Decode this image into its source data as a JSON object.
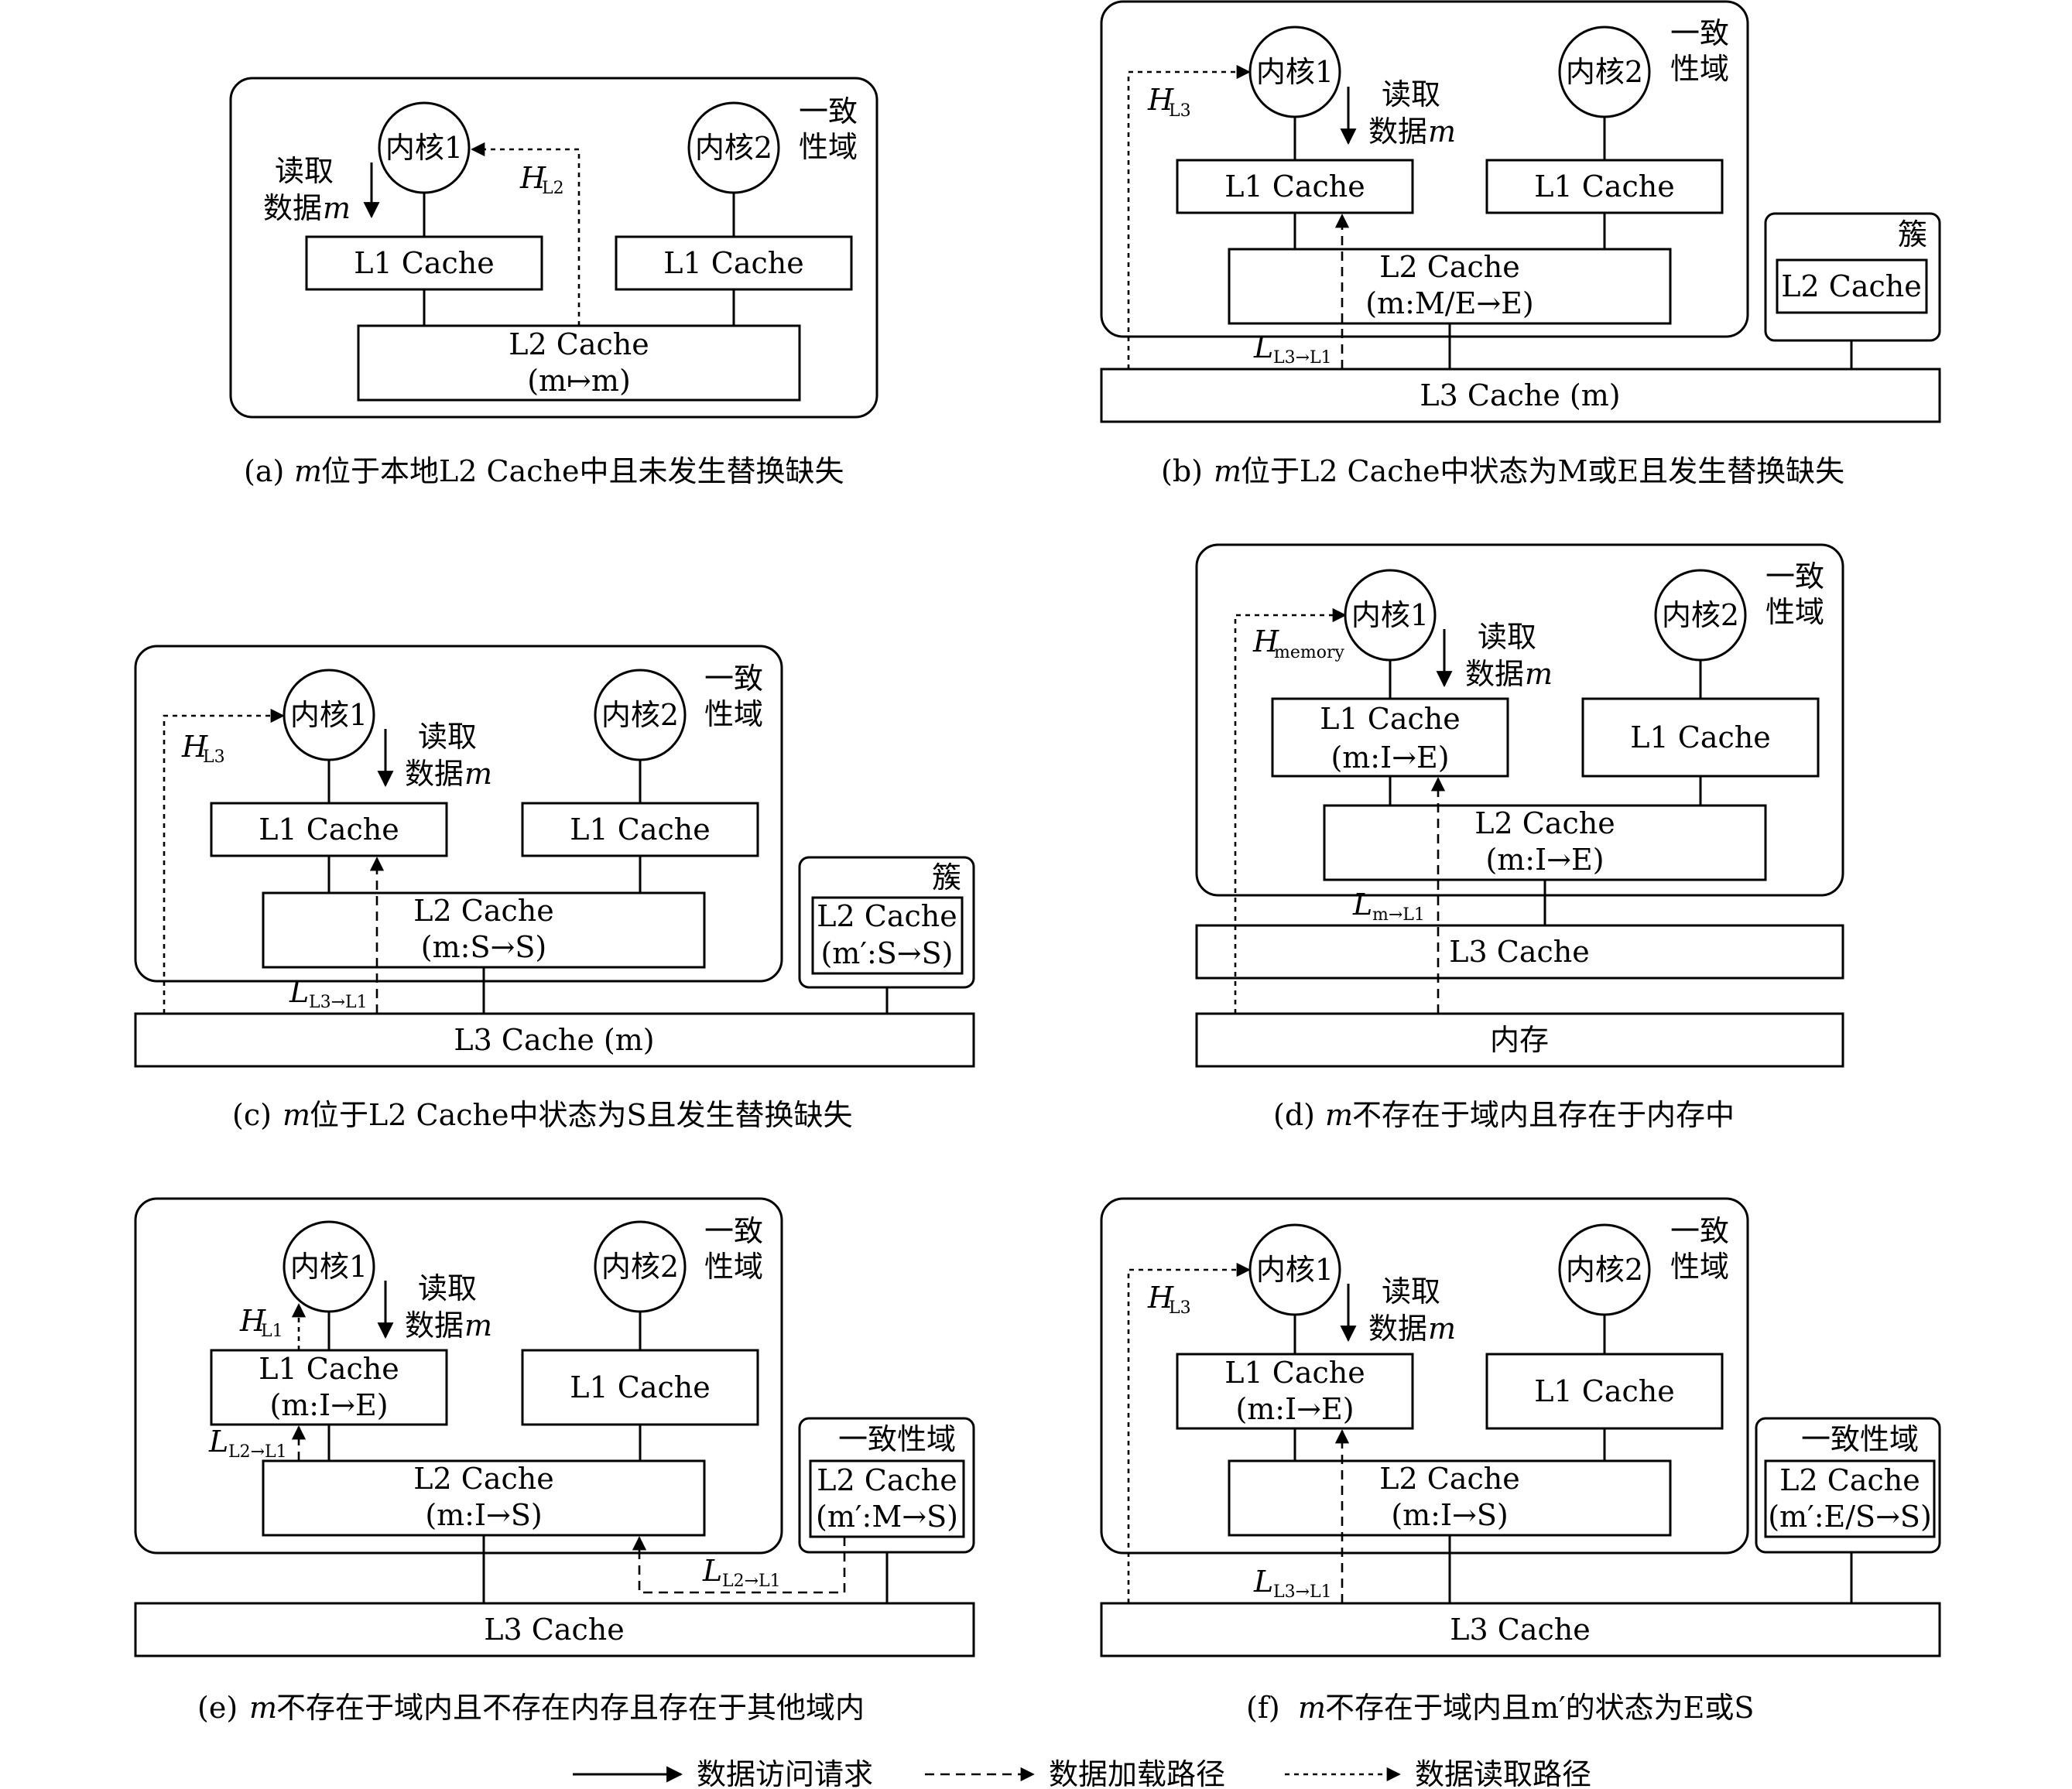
{
  "labels": {
    "core1": "内核1",
    "core2": "内核2",
    "domain": [
      "一致",
      "性域"
    ],
    "domain_full": "一致性域",
    "cluster": "簇",
    "read": [
      "读取",
      "数据"
    ],
    "m": "m",
    "l1": "L1 Cache",
    "l2": "L2 Cache",
    "l3": "L3 Cache",
    "memory": "内存"
  },
  "panels": [
    {
      "id": "a",
      "caption_prefix": "(a)",
      "caption": "位于本地L2 Cache中且未发生替换缺失",
      "core1_l1_state": "",
      "shared_l2_state": "(m↦m)",
      "path_label": "H",
      "path_sub": "L2"
    },
    {
      "id": "b",
      "caption_prefix": "(b)",
      "caption": "位于L2 Cache中状态为M或E且发生替换缺失",
      "shared_l2_state": "(m:M/E→E)",
      "l3_text": "L3 Cache (m)",
      "hit_label": "H",
      "hit_sub": "L3",
      "load_label": "L",
      "load_sub": "L3→L1"
    },
    {
      "id": "c",
      "caption_prefix": "(c)",
      "caption": "位于L2 Cache中状态为S且发生替换缺失",
      "shared_l2_state": "(m:S→S)",
      "other_l2_state": "(m′:S→S)",
      "l3_text": "L3 Cache (m)",
      "hit_label": "H",
      "hit_sub": "L3",
      "load_label": "L",
      "load_sub": "L3→L1"
    },
    {
      "id": "d",
      "caption_prefix": "(d)",
      "caption": "不存在于域内且存在于内存中",
      "core1_l1_state": "(m:I→E)",
      "shared_l2_state": "(m:I→E)",
      "hit_label": "H",
      "hit_sub": "memory",
      "load_label": "L",
      "load_sub": "m→L1"
    },
    {
      "id": "e",
      "caption_prefix": "(e)",
      "caption": "不存在于域内且不存在内存且存在于其他域内",
      "core1_l1_state": "(m:I→E)",
      "shared_l2_state": "(m:I→S)",
      "other_l2_state": "(m′:M→S)",
      "hit_label": "H",
      "hit_sub": "L1",
      "load_label": "L",
      "load_sub": "L2→L1",
      "load2_label": "L",
      "load2_sub": "L2→L1"
    },
    {
      "id": "f",
      "caption_prefix": "(f)",
      "caption": "不存在于域内且m′的状态为E或S",
      "core1_l1_state": "(m:I→E)",
      "shared_l2_state": "(m:I→S)",
      "other_l2_state": "(m′:E/S→S)",
      "hit_label": "H",
      "hit_sub": "L3",
      "load_label": "L",
      "load_sub": "L3→L1"
    }
  ],
  "legend": [
    {
      "style": "solid",
      "label": "数据访问请求"
    },
    {
      "style": "dashed",
      "label": "数据加载路径"
    },
    {
      "style": "dotted",
      "label": "数据读取路径"
    }
  ]
}
